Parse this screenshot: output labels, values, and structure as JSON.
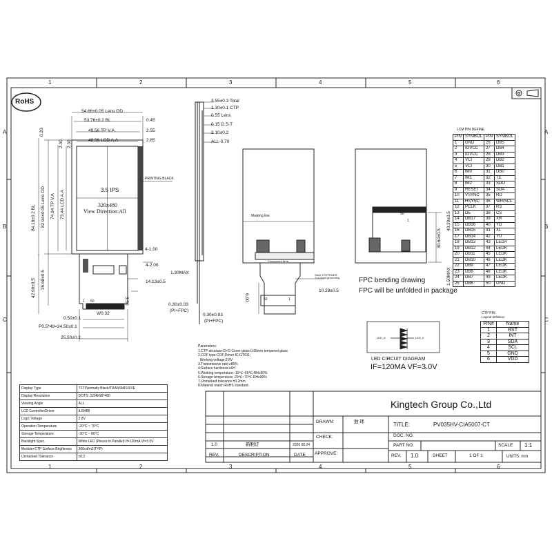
{
  "frame": {
    "columns": [
      "1",
      "2",
      "3",
      "4",
      "5",
      "6"
    ],
    "rows": [
      "A",
      "B",
      "C"
    ]
  },
  "rohs": "RoHS",
  "front_view": {
    "dims_top": [
      "54.66±0.05 Lens OD",
      "53.76±0.2 BL",
      "49.56 TP V.A",
      "48.96 LCD A.A"
    ],
    "dims_top_right": [
      "0.45",
      "2.55",
      "2.85"
    ],
    "dims_left": [
      "82.94±0.05 Lens OD",
      "84.18±0.2 BL",
      "74.04 TP V.A",
      "73.44 LCD A.A"
    ],
    "dims_left_small": [
      "0.20",
      "2.30",
      "2.30"
    ],
    "center_lines": [
      "3.5  IPS",
      "320x480",
      "View Direction:All"
    ],
    "printing_label": "PRINTING BLACK",
    "dims_right": [
      "4-1.00",
      "4-2.00",
      "14.13±0.5",
      "3.50"
    ],
    "dims_bottom_left": [
      "35.68±0.5",
      "42.09±0.5"
    ],
    "dims_bottom": [
      "W0.32",
      "0.50±0.1",
      "P0.5*49=24.50±0.1",
      "25.50±0.2"
    ],
    "pin_marks": [
      "1",
      "50"
    ]
  },
  "side_view": {
    "dims": [
      "3.55±0.3 Total",
      "1.30±0.1 CTP",
      "0.55 Lens",
      "0.15 D.S.T",
      "2.10±0.2",
      "ALL-0.70"
    ],
    "bottom": [
      "1.30MAX",
      "0.30±0.03",
      "(PI+FPC)",
      "0.30±0.03",
      "(PI+FPC)"
    ]
  },
  "back_view": {
    "marking_line": "Marking line",
    "component_area": "Component Area",
    "stiffener": "Steel STIFFENER\nT=0.2mm,grounding",
    "dim_600": "6.00",
    "dim_1028": "10.28±0.5",
    "pins": [
      "50",
      "1"
    ]
  },
  "folded_view": {
    "dims": [
      "40.39±0.5",
      "30.64±0.5",
      "1.50MAX"
    ],
    "pins": [
      "50",
      "1"
    ],
    "notes": [
      "FPC bending drawing",
      "FPC will be unfolded in package"
    ]
  },
  "lcm_pin": {
    "title": "LCM PIN DEFINE",
    "headers": [
      "PIN",
      "SYMBOL",
      "PIN",
      "SYMBOL"
    ],
    "rows": [
      [
        "1",
        "GND",
        "26",
        "DB5"
      ],
      [
        "2",
        "IOVCC",
        "27",
        "DB4"
      ],
      [
        "3",
        "IOVCC",
        "28",
        "DB3"
      ],
      [
        "4",
        "VCI",
        "29",
        "DB2"
      ],
      [
        "5",
        "VCI",
        "30",
        "DB1"
      ],
      [
        "6",
        "IM0",
        "31",
        "DB0"
      ],
      [
        "7",
        "IM1",
        "32",
        "TE"
      ],
      [
        "8",
        "IM2",
        "33",
        "SDO"
      ],
      [
        "9",
        "RESET",
        "34",
        "SDA"
      ],
      [
        "10",
        "VSYNC",
        "35",
        "RD"
      ],
      [
        "11",
        "HSYNC",
        "36",
        "WR/SCL"
      ],
      [
        "12",
        "PCLK",
        "37",
        "RS"
      ],
      [
        "13",
        "DE",
        "38",
        "CS"
      ],
      [
        "14",
        "DB17",
        "39",
        "XR"
      ],
      [
        "15",
        "DB16",
        "40",
        "YD"
      ],
      [
        "16",
        "DB15",
        "41",
        "XL"
      ],
      [
        "17",
        "DB14",
        "42",
        "YU"
      ],
      [
        "18",
        "DB13",
        "43",
        "LEDA"
      ],
      [
        "19",
        "DB12",
        "44",
        "LEDK"
      ],
      [
        "20",
        "DB11",
        "45",
        "LEDK"
      ],
      [
        "21",
        "DB10",
        "46",
        "LEDK"
      ],
      [
        "22",
        "DB9",
        "47",
        "LEDK"
      ],
      [
        "23",
        "DB8",
        "48",
        "LEDK"
      ],
      [
        "24",
        "DB7",
        "49",
        "LEDK"
      ],
      [
        "25",
        "DB6",
        "50",
        "GND"
      ]
    ]
  },
  "ctp_pin": {
    "title": "CTP PIN",
    "subtitle": "Logical definition",
    "headers": [
      "PIN#",
      "Name"
    ],
    "rows": [
      [
        "1",
        "RST"
      ],
      [
        "2",
        "INT"
      ],
      [
        "3",
        "SDA"
      ],
      [
        "4",
        "SCL"
      ],
      [
        "5",
        "GND"
      ],
      [
        "6",
        "VDD"
      ]
    ]
  },
  "led": {
    "title": "LED CIRCUIT DIAGRAM",
    "spec": "IF=120MA  VF=3.0V",
    "a": "LED_A",
    "k": "LED_K"
  },
  "parameters": {
    "title": "Parameters:",
    "lines": [
      "1.CTP structure:G+G Cover glass:0.55mm tempered glass",
      "2.COF type:COF;Driver IC:GT911;",
      "  Working voltage:2.8V",
      "3.Transmissive rate:≥85%",
      "4.Surface hardness:≥6H",
      "5.Working temperature:-10℃~60℃,RH≥90%",
      "6.Storage temperature:-20℃~70℃,RH≥90%",
      "7.Unmarked tolerance:±0.2mm",
      "8.Material match RoHS standard."
    ]
  },
  "spec_table": [
    [
      "Display Type",
      "TFT/Normally Black/TRANSMISSIVE"
    ],
    [
      "Display Resolution",
      "DOTS: 320RGB*480"
    ],
    [
      "Viewing Angle",
      "ALL"
    ],
    [
      "LCD Controller/Driver",
      "ILI9488"
    ],
    [
      "Logic Voltage",
      "2.8V"
    ],
    [
      "Operation Temperature",
      "-20°C ~ 70°C"
    ],
    [
      "Storage Temperature",
      "-30°C ~ 80°C"
    ],
    [
      "Backlight Spec.",
      "White LED (Pieces in Parallel) If=120mA Vf=3.0V"
    ],
    [
      "Module+CTP Surface Brightness",
      "300cd/m2(TYP)"
    ],
    [
      "Unmarked Tolerance",
      "±0.2"
    ]
  ],
  "revision": {
    "rev": "1.0",
    "desc": "新制订",
    "date": "2020.08.24",
    "headers": [
      "REV.",
      "DESCRIPTION",
      "DATE"
    ]
  },
  "title_block": {
    "company": "Kingtech Group Co.,Ltd",
    "drawn_label": "DRAWN:",
    "drawn_value": "敖 玮",
    "check_label": "CHECK:",
    "approve_label": "APPROVE:",
    "title_label": "TITLE:",
    "title_value": "PV035HV-CIA5007-CT",
    "doc_label": "DOC. NO.",
    "part_label": "PART NO.",
    "scale_label": "SCALE",
    "scale_value": "1:1",
    "rev_label": "REV.",
    "rev_value": "1.0",
    "sheet_label": "SHEET",
    "sheet_value": "1 OF 1",
    "units": "UNITS: mm"
  }
}
